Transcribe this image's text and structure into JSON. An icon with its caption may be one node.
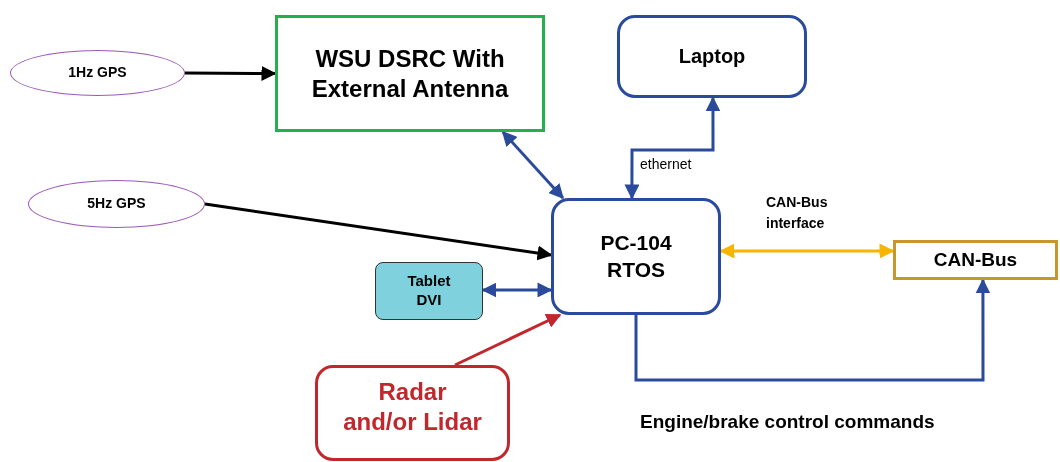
{
  "diagram": {
    "nodes": [
      {
        "text": [
          "1Hz GPS"
        ]
      },
      {
        "text": [
          "WSU DSRC With External Antenna"
        ]
      },
      {
        "text": [
          "Laptop"
        ]
      },
      {
        "text": [
          "5Hz GPS"
        ]
      },
      {
        "text": [
          "PC-104 RTOS"
        ]
      },
      {
        "text": [
          "Tablet DVI"
        ]
      },
      {
        "text": [
          "CAN-Bus"
        ]
      },
      {
        "text": [
          "Radar and/or Lidar"
        ]
      }
    ],
    "edges": [
      {
        "from": 0,
        "to": 1,
        "arrow": "to",
        "color": "#000000"
      },
      {
        "from": 1,
        "to": 4,
        "arrow": "both"
      },
      {
        "from": 4,
        "to": 2,
        "arrow": "both",
        "label": "ethernet"
      },
      {
        "from": 3,
        "to": 4,
        "arrow": "to",
        "color": "#000000"
      },
      {
        "from": 5,
        "to": 4,
        "arrow": "both"
      },
      {
        "from": 7,
        "to": 4,
        "arrow": "to",
        "color": "#c0282d"
      },
      {
        "from": 4,
        "to": 6,
        "arrow": "both",
        "label": "CAN-Bus interface",
        "color": "#f7b500"
      },
      {
        "from": 4,
        "to": 6,
        "arrow": "to",
        "label": "Engine/brake control commands"
      }
    ]
  }
}
